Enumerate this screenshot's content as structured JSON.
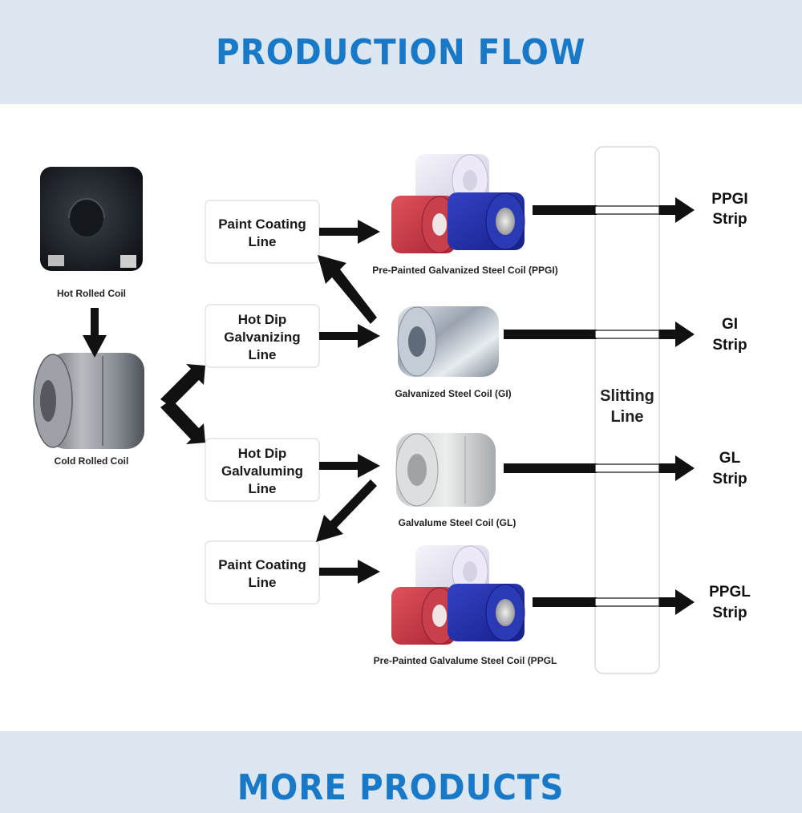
{
  "header": {
    "title": "PRODUCTION FLOW"
  },
  "footer": {
    "title": "MORE PRODUCTS"
  },
  "colors": {
    "accent_title": "#1879c9",
    "band_bg": "#dde7f1",
    "arrow": "#111111",
    "coil_red": "#c93a45",
    "coil_blue": "#2330a8",
    "coil_white": "#e8e6f0"
  },
  "diagram": {
    "raw": {
      "hot_rolled": "Hot Rolled Coil",
      "cold_rolled": "Cold Rolled Coil"
    },
    "lines": {
      "paint_coating_1": [
        "Paint Coating",
        "Line"
      ],
      "hot_dip_galvanizing": [
        "Hot Dip",
        "Galvanizing",
        "Line"
      ],
      "hot_dip_galvaluming": [
        "Hot Dip",
        "Galvaluming",
        "Line"
      ],
      "paint_coating_2": [
        "Paint Coating",
        "Line"
      ]
    },
    "products": {
      "ppgi": "Pre-Painted Galvanized Steel Coil (PPGI)",
      "gi": "Galvanized Steel Coil (GI)",
      "gl": "Galvalume Steel Coil (GL)",
      "ppgl": "Pre-Painted Galvalume Steel Coil (PPGL"
    },
    "slitting": [
      "Slitting",
      "Line"
    ],
    "outputs": {
      "ppgi": [
        "PPGI",
        "Strip"
      ],
      "gi": [
        "GI",
        "Strip"
      ],
      "gl": [
        "GL",
        "Strip"
      ],
      "ppgl": [
        "PPGL",
        "Strip"
      ]
    }
  }
}
